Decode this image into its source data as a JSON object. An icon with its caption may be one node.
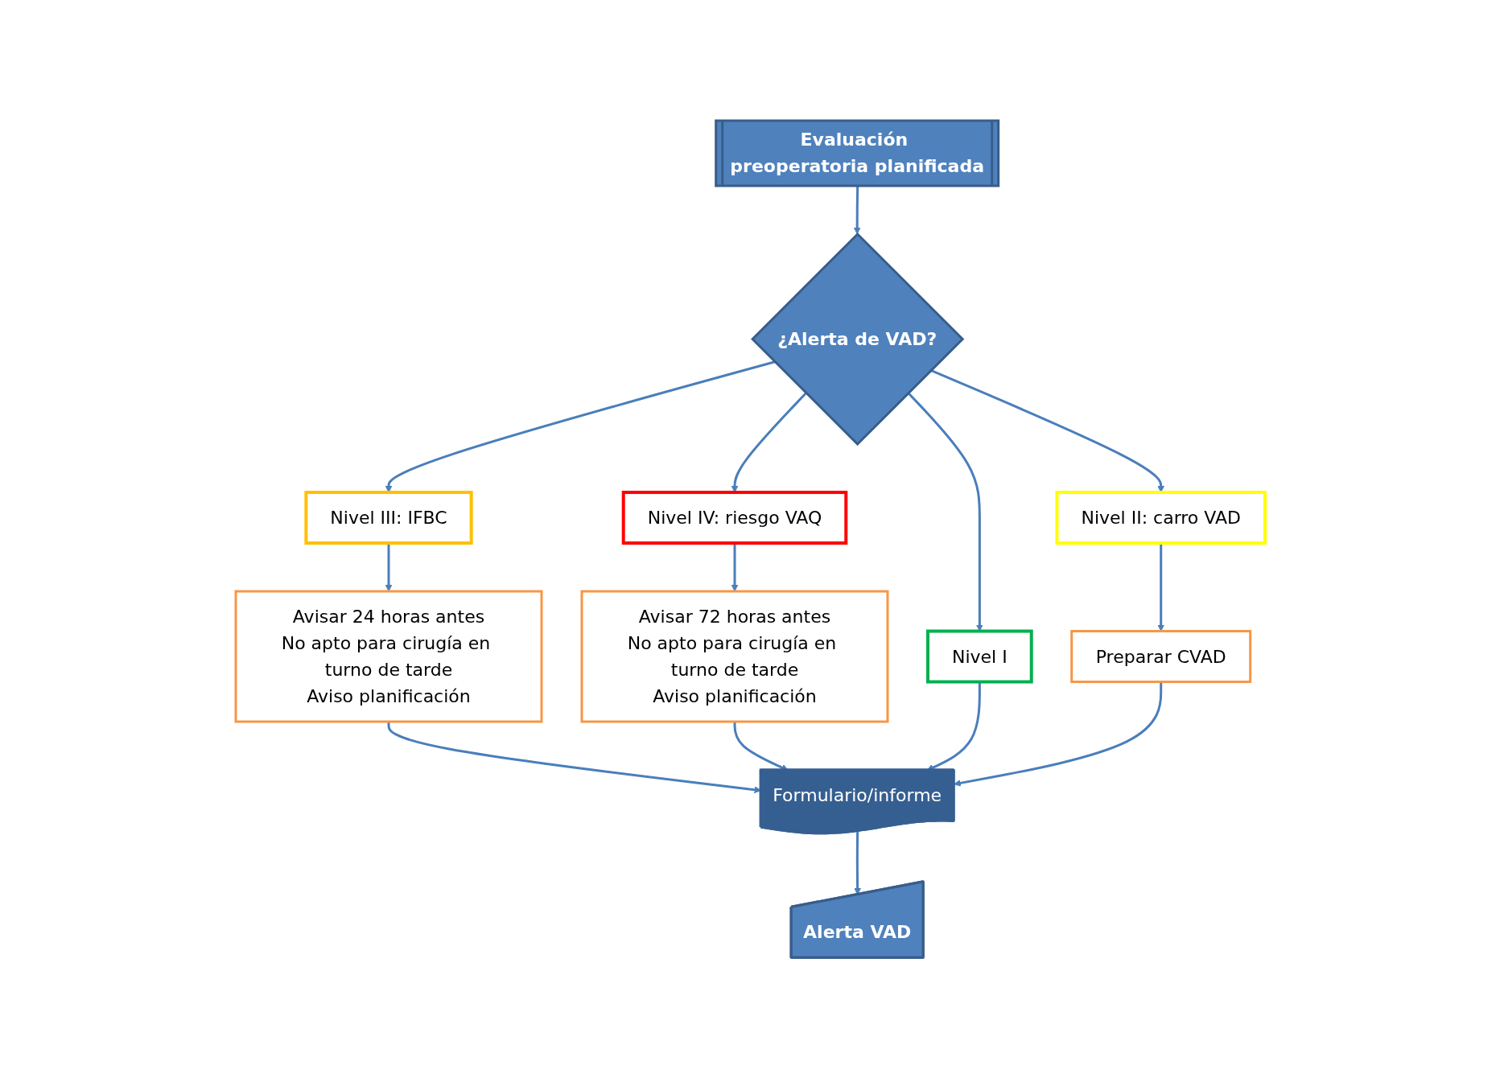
{
  "diagram": {
    "nodes": [
      {
        "text": [
          "Evaluación preoperatoria planificada"
        ]
      },
      {
        "text": [
          "¿Alerta de VAD?"
        ]
      },
      {
        "text": [
          "Nivel IV: riesgo VAQ"
        ]
      },
      {
        "text": [
          "Nivel III: IFBC"
        ]
      },
      {
        "text": [
          "Nivel II: carro VAD"
        ]
      },
      {
        "text": [
          "Nivel I"
        ]
      },
      {
        "text": [
          "Preparar CVAD"
        ]
      },
      {
        "text": [
          "Avisar 24 horas antes",
          "No apto para cirugía en turno de tarde",
          "Aviso planificación"
        ]
      },
      {
        "text": [
          "Avisar 72 horas antes",
          "No apto para cirugía en turno de tarde",
          "Aviso planificación"
        ]
      },
      {
        "text": [
          "Formulario/informe"
        ]
      },
      {
        "text": [
          "Alerta VAD"
        ]
      }
    ],
    "edges": [
      {
        "from": 0,
        "to": 1,
        "arrow": "to"
      },
      {
        "from": 1,
        "to": 2,
        "arrow": "to"
      },
      {
        "from": 1,
        "to": 3,
        "arrow": "to"
      },
      {
        "from": 1,
        "to": 4,
        "arrow": "to"
      },
      {
        "from": 1,
        "to": 5,
        "arrow": "to"
      },
      {
        "from": 4,
        "to": 6,
        "arrow": "to"
      },
      {
        "from": 3,
        "to": 7,
        "arrow": "to"
      },
      {
        "from": 2,
        "to": 8,
        "arrow": "to"
      },
      {
        "from": 7,
        "to": 9,
        "arrow": "to"
      },
      {
        "from": 8,
        "to": 9,
        "arrow": "to"
      },
      {
        "from": 5,
        "to": 9,
        "arrow": "to"
      },
      {
        "from": 6,
        "to": 9,
        "arrow": "to"
      },
      {
        "from": 9,
        "to": 10,
        "arrow": "to"
      }
    ]
  }
}
